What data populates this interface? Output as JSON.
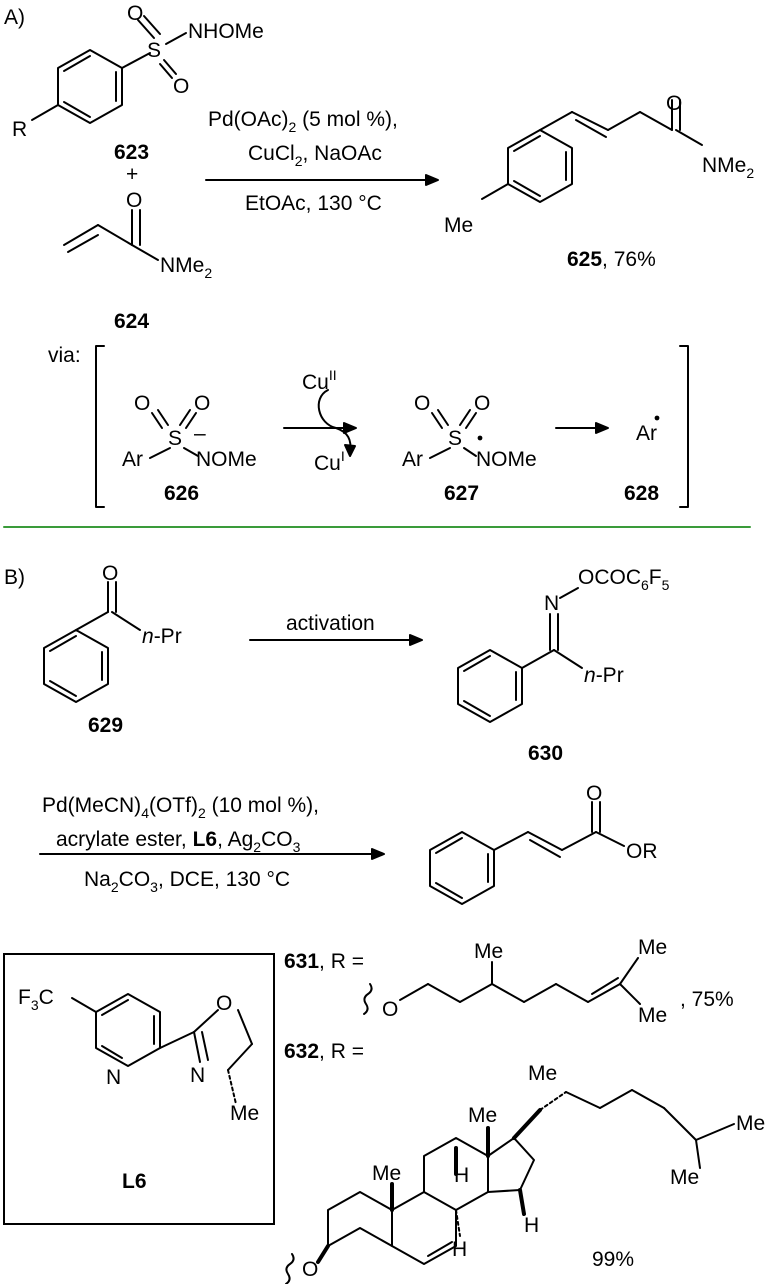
{
  "sectionA": {
    "label": "A)",
    "reactant1": {
      "group": "NHOMe",
      "substituent": "R",
      "compound_number": "623"
    },
    "plus": "+",
    "reactant2": {
      "group": "NMe",
      "group_sub": "2",
      "compound_number": "624"
    },
    "conditions": {
      "line1_a": "Pd(OAc)",
      "line1_sub": "2",
      "line1_b": " (5 mol %),",
      "line2_a": "CuCl",
      "line2_sub": "2",
      "line2_b": ", NaOAc",
      "line3": "EtOAc, 130 °C"
    },
    "product": {
      "group": "NMe",
      "group_sub": "2",
      "substituent": "Me",
      "compound_number": "625",
      "yield": ", 76%"
    },
    "via": {
      "label": "via:",
      "cu_top": "Cu",
      "cu_top_sup": "II",
      "cu_bottom": "Cu",
      "cu_bottom_sup": "I",
      "anion": {
        "ar": "Ar",
        "n": "NOMe",
        "charge": "–",
        "compound_number": "626"
      },
      "radical": {
        "ar": "Ar",
        "n": "NOMe",
        "compound_number": "627"
      },
      "aryl": {
        "ar": "Ar",
        "compound_number": "628"
      }
    }
  },
  "sectionB": {
    "label": "B)",
    "ketone": {
      "chain": "n",
      "chain_b": "-Pr",
      "compound_number": "629"
    },
    "arrow_label": "activation",
    "oxime": {
      "n": "N",
      "ester_a": "OCOC",
      "ester_sub1": "6",
      "ester_b": "F",
      "ester_sub2": "5",
      "chain": "n",
      "chain_b": "-Pr",
      "compound_number": "630"
    },
    "conditions": {
      "line1_a": "Pd(MeCN)",
      "line1_sub1": "4",
      "line1_b": "(OTf)",
      "line1_sub2": "2",
      "line1_c": " (10 mol %),",
      "line2_a": "acrylate ester, ",
      "line2_bold": "L6",
      "line2_b": ", Ag",
      "line2_sub1": "2",
      "line2_c": "CO",
      "line2_sub2": "3",
      "line3_a": "Na",
      "line3_sub1": "2",
      "line3_b": "CO",
      "line3_sub2": "3",
      "line3_c": ", DCE, 130 °C"
    },
    "product_group": "OR",
    "ligand": {
      "cf3_a": "F",
      "cf3_sub": "3",
      "cf3_b": "C",
      "n_pyr": "N",
      "n_ox": "N",
      "o_ox": "O",
      "me": "Me",
      "name": "L6"
    },
    "product631": {
      "compound_number": "631",
      "r_label": ", R =",
      "o": "O",
      "me1": "Me",
      "me2": "Me",
      "me3": "Me",
      "yield": ", 75%"
    },
    "product632": {
      "compound_number": "632",
      "r_label": ", R =",
      "o": "O",
      "me1": "Me",
      "me2": "Me",
      "me3": "Me",
      "me4": "Me",
      "me5": "Me",
      "h1": "H",
      "h2": "H",
      "h3": "H",
      "yield": "99%"
    }
  }
}
